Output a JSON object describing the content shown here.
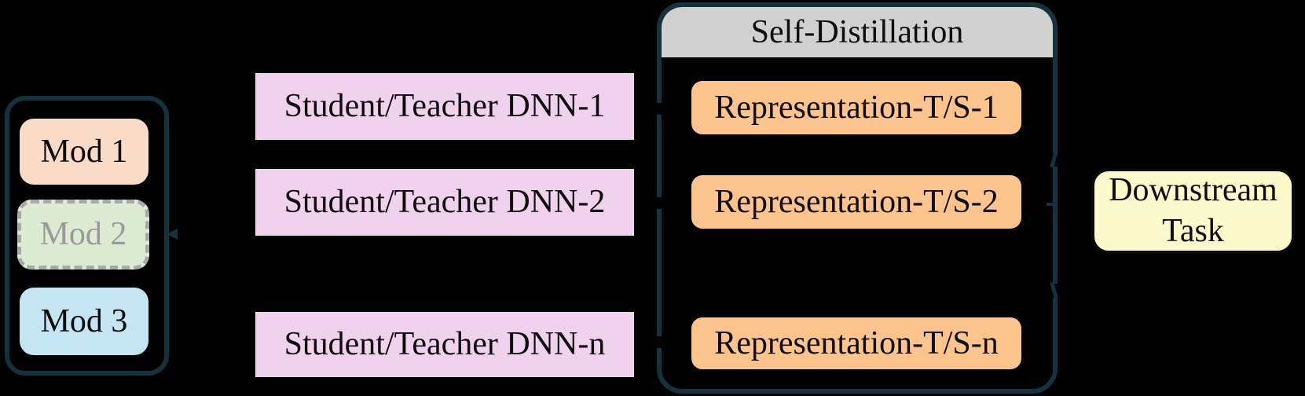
{
  "figure": {
    "background_color": "#000000",
    "outline_color": "#16323f",
    "modality_panel": {
      "modules": [
        {
          "label": "Mod 1",
          "fill": "#fadbc8",
          "border_style": "solid"
        },
        {
          "label": "Mod 2",
          "fill": "#ddebd3",
          "border_style": "dashed",
          "border_color": "#a9a9a9",
          "text_color": "#9a9a9a"
        },
        {
          "label": "Mod 3",
          "fill": "#c5e5f3",
          "border_style": "solid"
        }
      ]
    },
    "dnn_column": {
      "fill": "#f1d2ee",
      "boxes": [
        {
          "label": "Student/Teacher DNN-1"
        },
        {
          "label": "Student/Teacher DNN-2"
        },
        {
          "label": "Student/Teacher DNN-n"
        }
      ]
    },
    "self_distillation_panel": {
      "title": "Self-Distillation",
      "header_fill": "#d1d1d1",
      "representation_fill": "#fbc48c",
      "representations": [
        {
          "label": "Representation-T/S-1"
        },
        {
          "label": "Representation-T/S-2"
        },
        {
          "label": "Representation-T/S-n"
        }
      ]
    },
    "downstream_task": {
      "label_line1": "Downstream",
      "label_line2": "Task",
      "fill": "#fcf9cd",
      "border_color": "#0a0a0a"
    }
  }
}
